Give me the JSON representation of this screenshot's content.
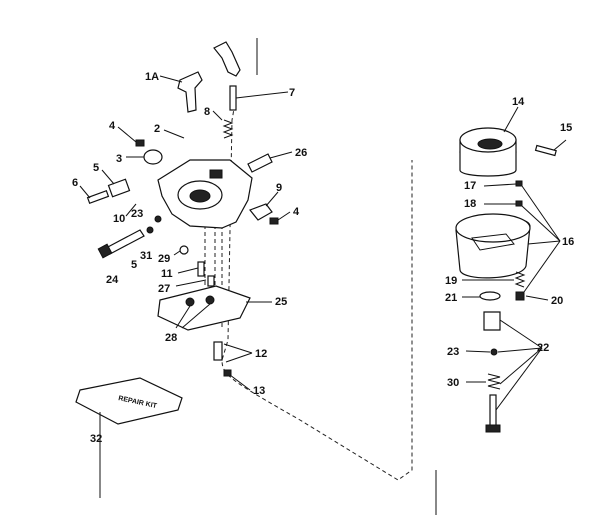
{
  "diagram": {
    "labels": {
      "l1a": "1A",
      "l7": "7",
      "l8": "8",
      "l2": "2",
      "l4a": "4",
      "l3": "3",
      "l26": "26",
      "l5a": "5",
      "l6": "6",
      "l10": "10",
      "l23a": "23",
      "l9": "9",
      "l4b": "4",
      "l29": "29",
      "l5b": "5",
      "l31": "31",
      "l24": "24",
      "l11": "11",
      "l27": "27",
      "l25": "25",
      "l28": "28",
      "l12": "12",
      "l13": "13",
      "l32": "32",
      "l14": "14",
      "l15": "15",
      "l17": "17",
      "l18": "18",
      "l16": "16",
      "l19": "19",
      "l21": "21",
      "l20": "20",
      "l22": "22",
      "l23b": "23",
      "l30": "30"
    },
    "manual_cover_text": "REPAIR KIT"
  },
  "colors": {
    "ink": "#111111",
    "paper": "#ffffff"
  }
}
